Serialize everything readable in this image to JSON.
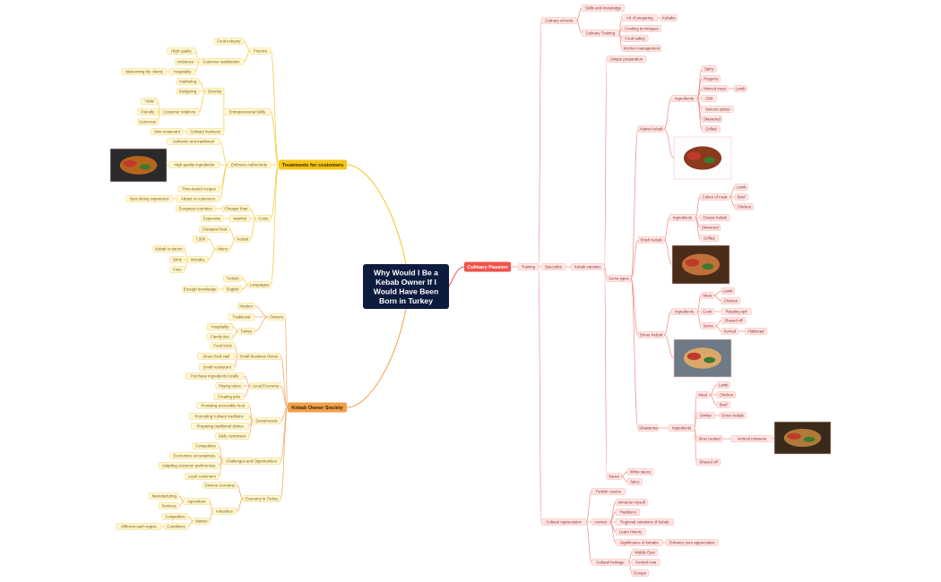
{
  "central": {
    "title_lines": [
      "Why Would I Be a",
      "Kebab Owner If I",
      "Would Have Been",
      "Born in Turkey"
    ]
  },
  "branches": {
    "treatments": "Treatments for customers",
    "society": "Kebab Owner Society",
    "culinary": "Culinary Passion"
  },
  "nodes": {
    "practice": "Practice",
    "food_industry": "Food industry",
    "customer_satisfaction": "Customer satisfaction",
    "high_quality": "High quality",
    "ambience": "Ambience",
    "hospitality": "Hospitality",
    "welcoming": "Welcoming the clients",
    "entrepreneurial": "Entrepreneurial Skills",
    "develop": "Develop",
    "marketing": "marketing",
    "budgeting": "Budgeting",
    "customer_relations": "Customer relations",
    "abla": "\"Abla\"",
    "friendly": "Friendly",
    "generous": "Generous",
    "culinary_business": "Culinary business",
    "own_restaurant": "Own restaurant",
    "embrace": "Embrace Authenticity",
    "authentic": "Authentic and traditional",
    "hq_ingredients": "High-quality ingredients",
    "time_tested": "Time-tested recipes",
    "attract": "Attract to customers",
    "best_dining": "Best dining experience",
    "costs": "Costs",
    "cheaper_than": "Cheaper than",
    "european": "European countries",
    "istanbul": "Istanbul",
    "expensive": "Expensive",
    "kebab": "Kebab",
    "cheapest": "Cheapest food",
    "price": "7,50€",
    "menu": "Menu",
    "includes": "Includes",
    "kebab_durum": "Kebab or durum",
    "drink": "Drink",
    "fries": "Fries",
    "languages": "Languages",
    "turkish": "Turkish",
    "english": "English",
    "enough": "Enough knowledge",
    "owners": "Owners",
    "modern": "Modern",
    "traditional": "Traditional",
    "turkey": "Turkey",
    "hosp2": "Hospitality",
    "family_ties": "Family ties",
    "small_business": "Small Business Owner",
    "food_truck": "Food truck",
    "street_stall": "Street food stall",
    "small_restaurant": "Small restaurant",
    "local_economy": "Local Economy",
    "purchase": "Purchase ingredients locally",
    "paying_taxes": "Paying taxes",
    "creating_jobs": "Creating jobs",
    "social_needs": "Social needs",
    "providing": "Providing accessible food",
    "promoting": "Promoting culinary traditions",
    "preparing": "Preparing traditional dishes",
    "daily": "Daily customers",
    "challenges": "Challenges and Opportunities",
    "competition": "Competition",
    "economic": "Economics uncertainties",
    "adapting": "Adapting customer preferences",
    "loyal": "Loyal customers",
    "economy_turkey": "Economy in Turkey",
    "diverse": "Diverse economy",
    "industries": "Industries",
    "agriculture": "Agriculture",
    "manufacturing": "Manufacturing",
    "services": "Services",
    "market": "Market",
    "competitive": "Competitive",
    "conditions": "Conditions",
    "different_region": "Different each region",
    "training": "Training",
    "culinary_schools": "Culinary schools",
    "skills_knowledge": "Skills and knowledge",
    "culinary_training": "Culinary Training",
    "art_preparing": "Art of preparing",
    "kebabs": "Kebabs",
    "cooking_tech": "Cooking techniques",
    "food_safety": "Food safety",
    "kitchen_mgmt": "Kitchen management",
    "specialize": "Specialize",
    "kebab_varieties": "Kebab varieties",
    "unique_prep": "Unique preparation",
    "some_types": "Some types",
    "adana": "Adana Kebab",
    "ingredients": "Ingredients",
    "spicy": "Spicy",
    "peppers": "Peppers",
    "minced": "Minced meat",
    "lamb": "Lamb",
    "chili": "Chili",
    "various_spices": "Various spices",
    "skewered": "Skewered",
    "grilled": "Grilled",
    "shish": "Shish Kebab",
    "cubes": "Cubes of meat",
    "beef": "Beef",
    "chicken": "Chicken",
    "classic": "Classic kebab",
    "doner": "Döner Kebab",
    "meat": "Meat",
    "cook": "Cook",
    "rotating_spit": "Rotating spit",
    "serve": "Serve",
    "shaved_off": "Shaved off",
    "served": "Served",
    "flatbread": "Flatbread",
    "shawarma": "Shawarma",
    "similar": "Similar",
    "doner_kebab": "Döner kebab",
    "slow_cooked": "Slow cooked",
    "vertical": "Vertical rotisserie",
    "sauce": "Sauce",
    "white_sauce": "White sauce",
    "spicy2": "Spicy",
    "cultural_appreciation": "Cultural Appreciation",
    "turkish_cuisine": "Turkish cuisine",
    "context": "context",
    "immerse": "Immerse myself",
    "traditions": "Traditions",
    "regional": "Regional variations of kebab",
    "learn_history": "Learn History",
    "significance": "Significance of kebabs",
    "enhance": "Enhance your appreciation",
    "cultural_heritage": "Cultural heritage",
    "middle_east": "Middle East",
    "central_asia": "Central Asia",
    "europe": "Europe"
  },
  "colors": {
    "central": "#0d1b3e",
    "treatments": "#f5c518",
    "society": "#f0a04b",
    "culinary": "#f0524a"
  },
  "images": [
    "kebab-platter-image",
    "adana-kebab-image",
    "shish-kebab-image",
    "doner-kebab-image",
    "shawarma-rotisserie-image"
  ]
}
